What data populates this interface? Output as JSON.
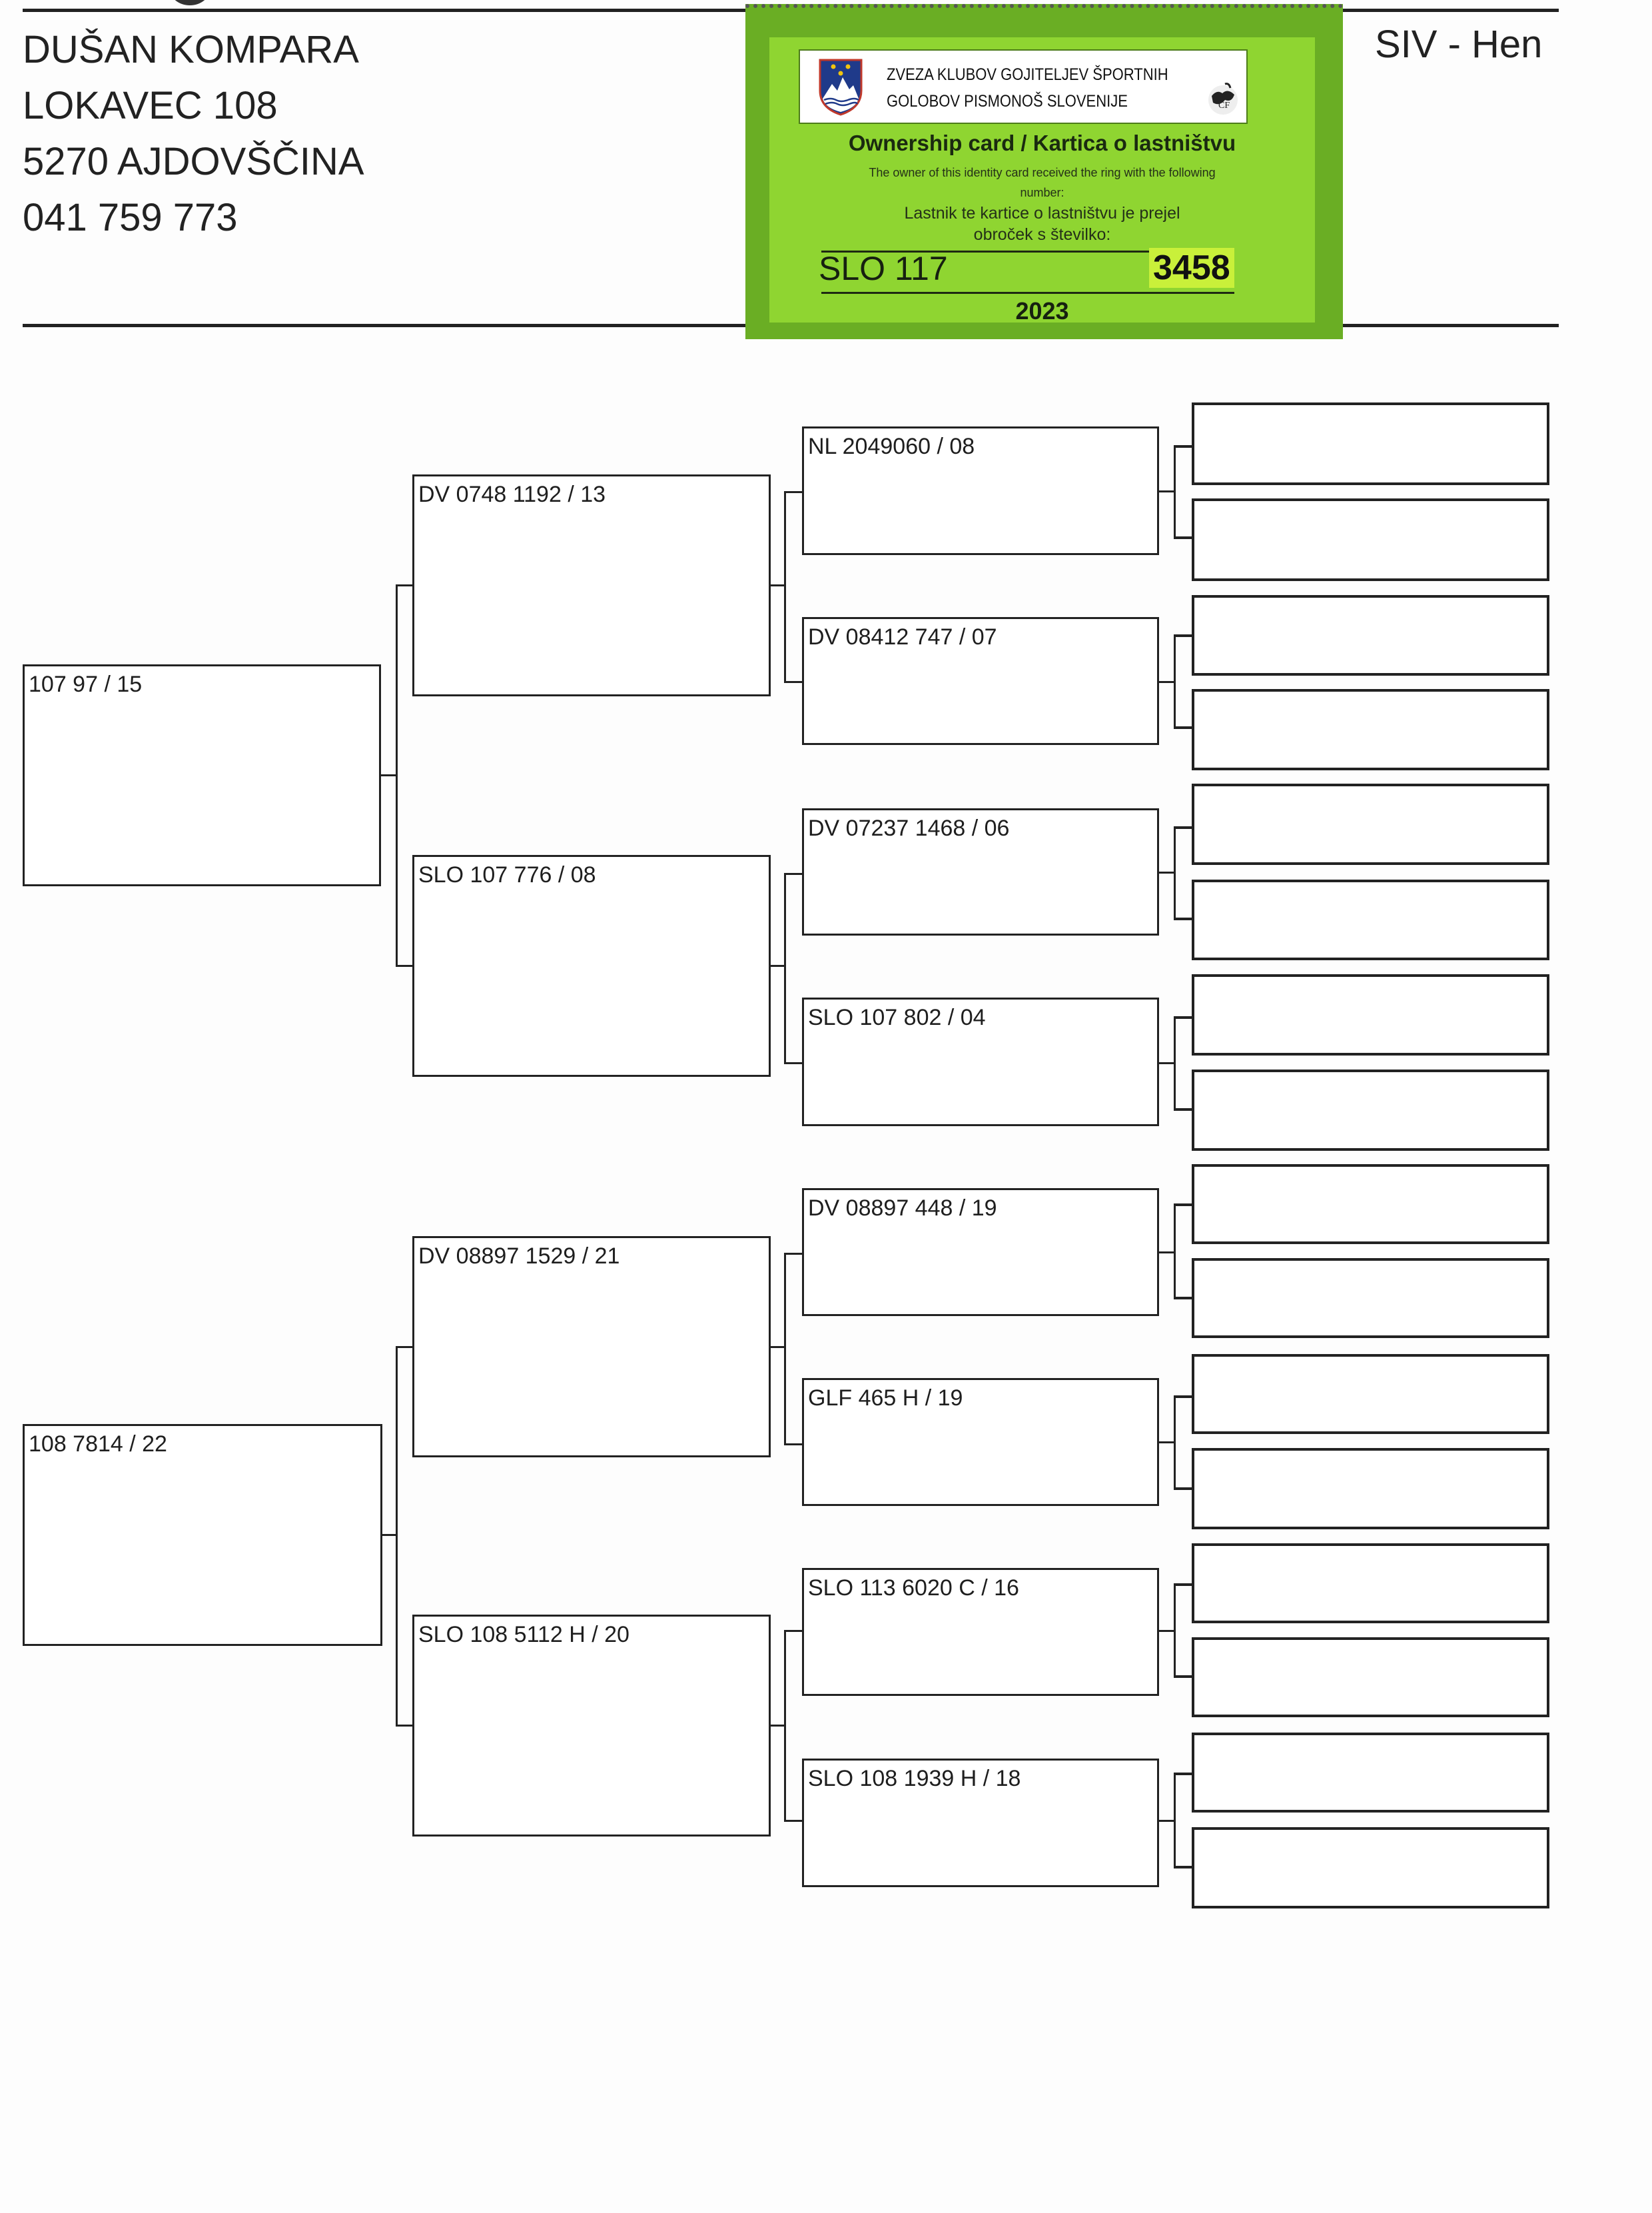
{
  "header": {
    "owner": {
      "name": "DUŠAN KOMPARA",
      "street": "LOKAVEC 108",
      "city": "5270 AJDOVŠČINA",
      "phone": "041 759 773"
    },
    "sex_color_label": "SIV - Hen"
  },
  "ownership_card": {
    "org_line1": "ZVEZA KLUBOV GOJITELJEV ŠPORTNIH",
    "org_line2": "GOLOBOV PISMONOŠ SLOVENIJE",
    "title": "Ownership card / Kartica o lastništvu",
    "text_en_1": "The owner of this identity card received the ring with the following",
    "text_en_2": "number:",
    "text_sl_1": "Lastnik te kartice o lastništvu je prejel",
    "text_sl_2": "obroček s številko:",
    "ring_prefix": "SLO 117",
    "ring_number": "3458",
    "year": "2023",
    "icons": [
      "slovenia-coat-of-arms-icon",
      "fci-logo-icon"
    ],
    "colors": {
      "card_outer": "#6aae24",
      "card_inner": "#8fd531",
      "highlight": "#c9f03a"
    }
  },
  "pedigree": {
    "parents": [
      {
        "ring": "107 97  / 15"
      },
      {
        "ring": "108 7814 / 22"
      }
    ],
    "grandparents": [
      {
        "ring": "DV 0748 1192 / 13"
      },
      {
        "ring": "SLO 107 776 / 08"
      },
      {
        "ring": "DV 08897 1529 / 21"
      },
      {
        "ring": "SLO 108 5112 H / 20"
      }
    ],
    "great_grandparents": [
      {
        "ring": "NL 2049060 / 08"
      },
      {
        "ring": "DV 08412 747 / 07"
      },
      {
        "ring": "DV 07237 1468 / 06"
      },
      {
        "ring": "SLO 107 802 / 04"
      },
      {
        "ring": "DV 08897 448 / 19"
      },
      {
        "ring": "GLF 465 H / 19"
      },
      {
        "ring": "SLO 113 6020 C / 16"
      },
      {
        "ring": "SLO 108 1939 H / 18"
      }
    ],
    "great_great_grandparents": [
      {
        "ring": ""
      },
      {
        "ring": ""
      },
      {
        "ring": ""
      },
      {
        "ring": ""
      },
      {
        "ring": ""
      },
      {
        "ring": ""
      },
      {
        "ring": ""
      },
      {
        "ring": ""
      },
      {
        "ring": ""
      },
      {
        "ring": ""
      },
      {
        "ring": ""
      },
      {
        "ring": ""
      },
      {
        "ring": ""
      },
      {
        "ring": ""
      },
      {
        "ring": ""
      },
      {
        "ring": ""
      }
    ]
  }
}
